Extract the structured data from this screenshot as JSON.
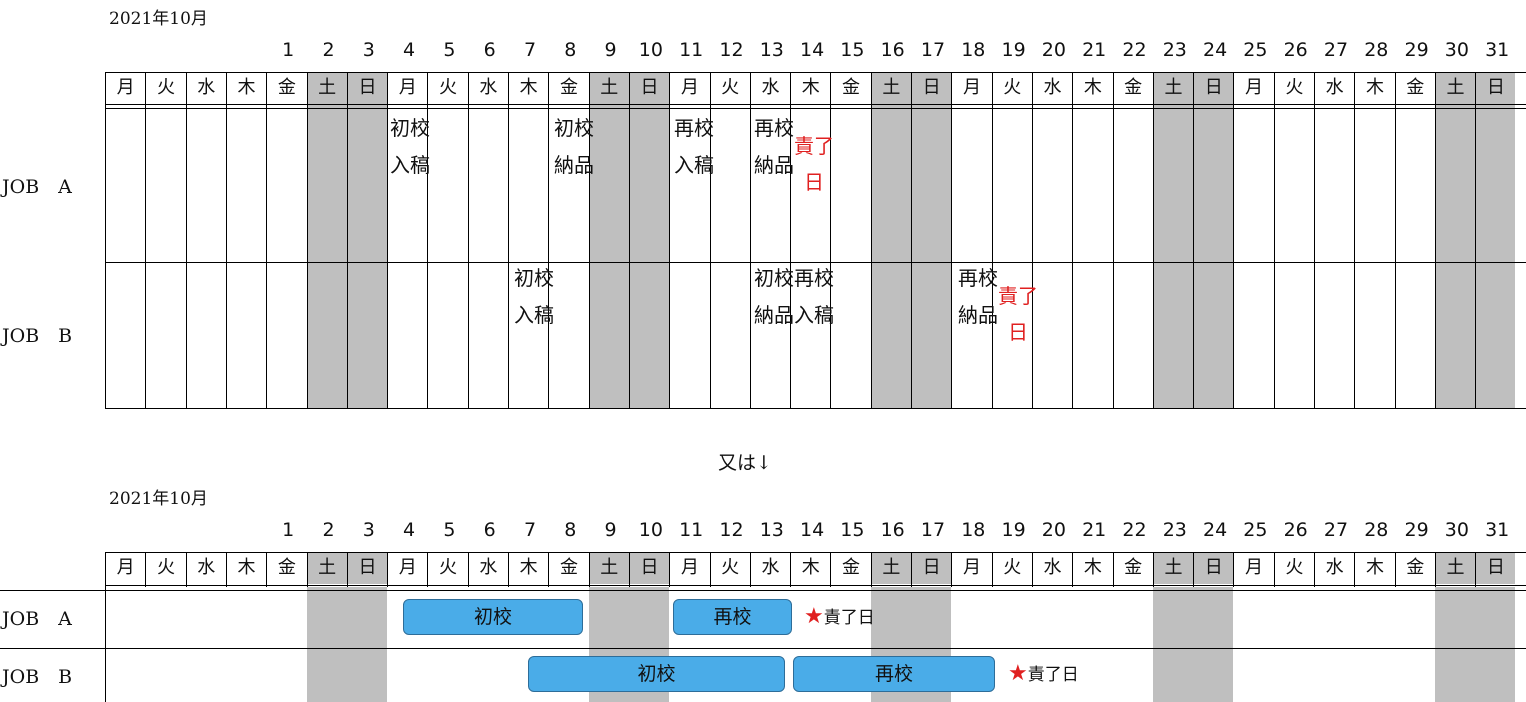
{
  "month_label": "2021年10月",
  "separator": "又は↓",
  "days": [
    "1",
    "2",
    "3",
    "4",
    "5",
    "6",
    "7",
    "8",
    "9",
    "10",
    "11",
    "12",
    "13",
    "14",
    "15",
    "16",
    "17",
    "18",
    "19",
    "20",
    "21",
    "22",
    "23",
    "24",
    "25",
    "26",
    "27",
    "28",
    "29",
    "30",
    "31"
  ],
  "weekdays": [
    "月",
    "火",
    "水",
    "木",
    "金",
    "土",
    "日",
    "月",
    "火",
    "水",
    "木",
    "金",
    "土",
    "日",
    "月",
    "火",
    "水",
    "木",
    "金",
    "土",
    "日",
    "月",
    "火",
    "水",
    "木",
    "金",
    "土",
    "日",
    "月",
    "火",
    "水",
    "木",
    "金",
    "土",
    "日"
  ],
  "jobs": [
    "JOB　A",
    "JOB　B"
  ],
  "table_entries": {
    "job_a": [
      {
        "label": "初校入稿",
        "color": "#111111"
      },
      {
        "label": "初校納品",
        "color": "#111111"
      },
      {
        "label": "再校入稿",
        "color": "#111111"
      },
      {
        "label": "再校納品",
        "color": "#111111"
      },
      {
        "label": "責了日",
        "color": "#e02020"
      }
    ],
    "job_b": [
      {
        "label": "初校入稿",
        "color": "#111111"
      },
      {
        "label": "初校納品",
        "color": "#111111"
      },
      {
        "label": "再校入稿",
        "color": "#111111"
      },
      {
        "label": "再校納品",
        "color": "#111111"
      },
      {
        "label": "責了日",
        "color": "#e02020"
      }
    ]
  },
  "gantt": {
    "job_a": {
      "first": "初校",
      "second": "再校",
      "deadline": "責了日"
    },
    "job_b": {
      "first": "初校",
      "second": "再校",
      "deadline": "責了日"
    },
    "bar_color": "#4aace8",
    "star": "★",
    "star_color": "#e02020"
  }
}
